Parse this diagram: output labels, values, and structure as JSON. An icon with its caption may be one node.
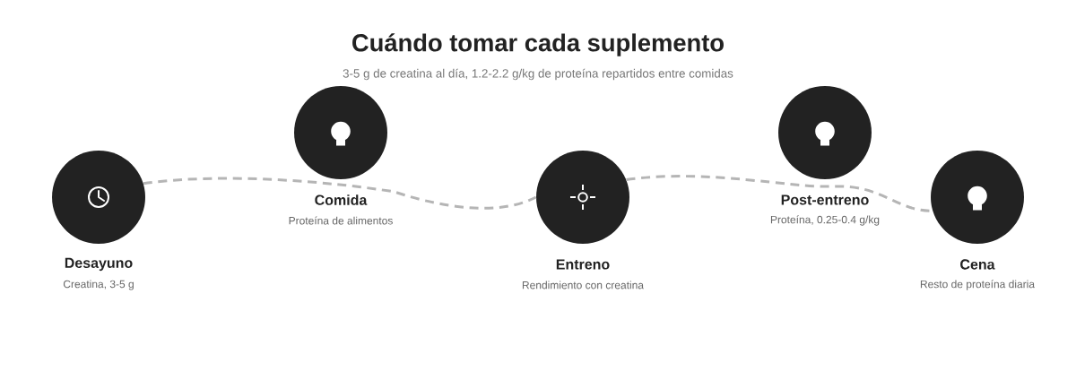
{
  "diagram": {
    "title": "Cuándo tomar cada suplemento",
    "nodes": [
      {
        "text": [
          "Desayuno",
          "Creatina, 3-5 g"
        ]
      },
      {
        "text": [
          "Comida",
          "Proteína de alimentos"
        ]
      },
      {
        "text": [
          "Entreno",
          "Rendimiento con creatina"
        ]
      },
      {
        "text": [
          "Post-entreno",
          "Proteína, 0.25-0.4 g/kg"
        ]
      },
      {
        "text": [
          "Cena",
          "Resto de proteína diaria"
        ]
      }
    ],
    "edges": [
      {
        "from": 0,
        "to": 2,
        "arrow": "none",
        "style": "dashed"
      },
      {
        "from": 2,
        "to": 4,
        "arrow": "none",
        "style": "dashed"
      }
    ],
    "labels": [
      "3-5 g de creatina al día, 1.2-2.2 g/kg de proteína repartidos entre comidas"
    ]
  }
}
